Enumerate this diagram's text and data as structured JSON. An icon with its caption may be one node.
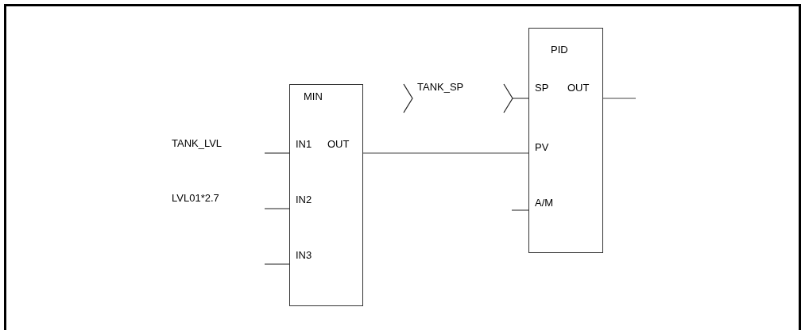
{
  "diagram": {
    "nodes": [
      {
        "text": [
          "MIN",
          "IN1",
          "OUT",
          "IN2",
          "IN3"
        ]
      },
      {
        "text": [
          "PID",
          "SP",
          "OUT",
          "PV",
          "A/M"
        ]
      }
    ],
    "edges": [
      {
        "from": null,
        "to": 0,
        "arrow": "none"
      },
      {
        "from": null,
        "to": 0,
        "arrow": "none"
      },
      {
        "from": null,
        "to": 0,
        "arrow": "none"
      },
      {
        "from": 0,
        "to": 1,
        "arrow": "none"
      },
      {
        "from": null,
        "to": 1,
        "arrow": "none"
      },
      {
        "from": null,
        "to": 1,
        "arrow": "none"
      },
      {
        "from": 1,
        "to": null,
        "arrow": "none"
      }
    ],
    "labels": [
      "TANK_LVL",
      "LVL01*2.7",
      "TANK_SP"
    ]
  }
}
